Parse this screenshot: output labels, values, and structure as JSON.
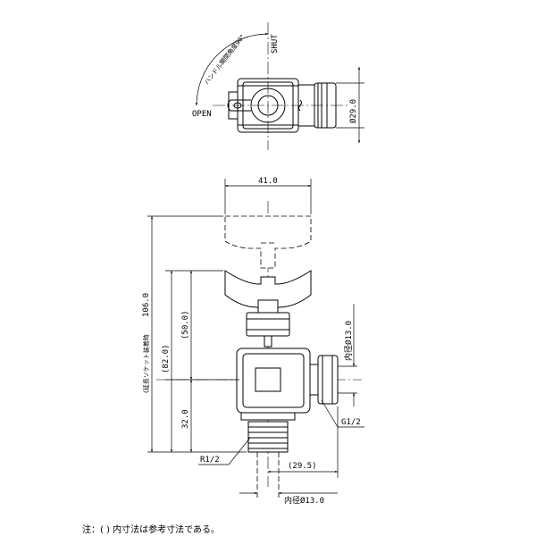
{
  "drawing": {
    "top_view": {
      "shut_label": "SHUT",
      "open_label": "OPEN",
      "handle_angle_label": "ハンドル開閉角度90°",
      "dia_label": "Ø29.0"
    },
    "side_view": {
      "width_dim": "41.0",
      "height_total": "106.0",
      "height_total_note": "(延長ソケット装着時",
      "height_82": "(82.0)",
      "height_50": "(50.0)",
      "height_32": "32.0",
      "inner_dia_top": "内径Ø13.0",
      "inner_dia_bottom": "内径Ø13.0",
      "offset_dim": "(29.5)",
      "thread_r": "R1/2",
      "thread_g": "G1/2"
    }
  },
  "footnote": "注：(  ) 内寸法は参考寸法である。"
}
